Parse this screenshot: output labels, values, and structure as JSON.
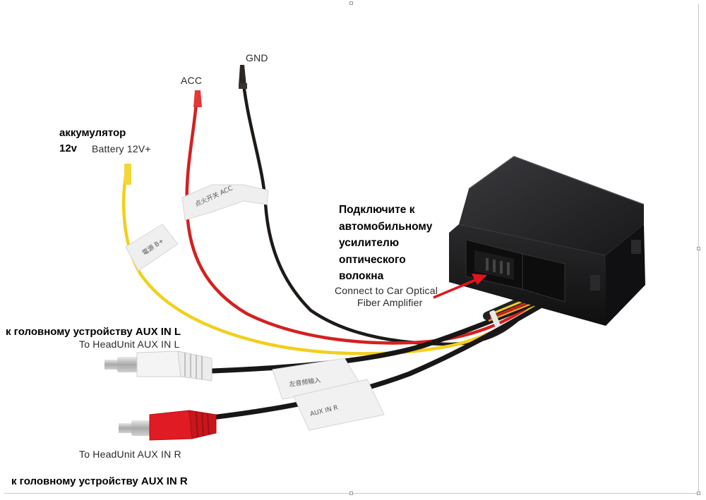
{
  "labels": {
    "gnd": "GND",
    "acc": "ACC",
    "battery_ru_line1": "аккумулятор",
    "battery_ru_line2": "12v",
    "battery_en": "Battery 12V+",
    "amp_ru": [
      "Подключите к",
      "автомобильному",
      "усилителю",
      "оптического",
      "волокна"
    ],
    "amp_en_line1": "Connect to Car Optical",
    "amp_en_line2": "Fiber Amplifier",
    "aux_l_ru": "к головному устройству AUX IN L",
    "aux_l_en": "To HeadUnit AUX IN L",
    "aux_r_en": "To HeadUnit AUX IN R",
    "aux_r_ru": "к головному устройству AUX IN R"
  },
  "colors": {
    "wire_black": "#1e1a18",
    "wire_red": "#d42020",
    "wire_yellow": "#f2cf1c",
    "box": "#1d1d1f",
    "rca_red": "#e01b24",
    "rca_white": "#f4f4f4",
    "arrow": "#e3141b"
  }
}
